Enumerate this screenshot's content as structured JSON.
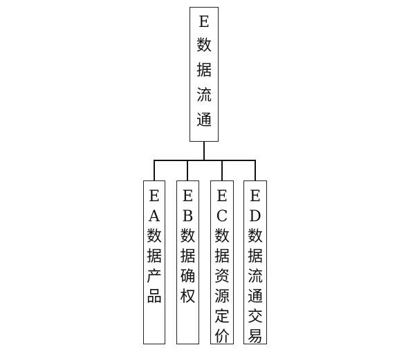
{
  "root": {
    "label_chars": [
      "E",
      "数",
      "据",
      "流",
      "通"
    ]
  },
  "children": [
    {
      "label_chars": [
        "E",
        "A",
        "数",
        "据",
        "产",
        "品"
      ]
    },
    {
      "label_chars": [
        "E",
        "B",
        "数",
        "据",
        "确",
        "权"
      ]
    },
    {
      "label_chars": [
        "E",
        "C",
        "数",
        "据",
        "资",
        "源",
        "定",
        "价"
      ]
    },
    {
      "label_chars": [
        "E",
        "D",
        "数",
        "据",
        "流",
        "通",
        "交",
        "易"
      ]
    }
  ]
}
